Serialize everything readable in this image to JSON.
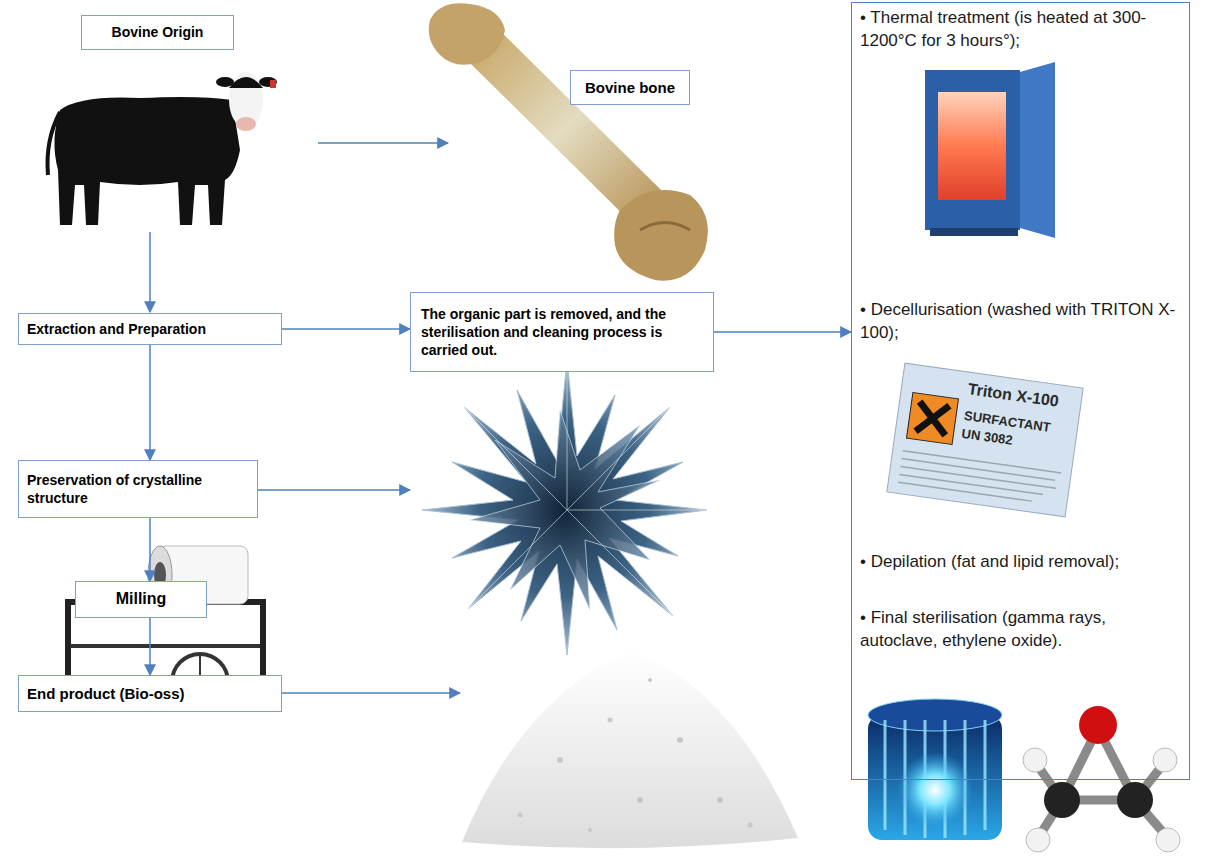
{
  "diagram": {
    "nodes": [
      {
        "text": [
          "Bovine Origin"
        ]
      },
      {
        "text": [
          "Bovine bone"
        ]
      },
      {
        "text": [
          "Extraction and Preparation"
        ]
      },
      {
        "text": [
          "The organic part is removed, and the sterilisation and cleaning process is carried out."
        ]
      },
      {
        "text": [
          "• Thermal treatment (is heated at 300-1200°C for 3 hours°);",
          "• Decellurisation (washed with TRITON X-100);",
          "• Depilation (fat and lipid removal);",
          "• Final sterilisation (gamma rays, autoclave, ethylene oxide)."
        ]
      },
      {
        "text": [
          "Preservation of crystalline structure"
        ]
      },
      {
        "text": [
          "Milling"
        ]
      },
      {
        "text": [
          "End product (Bio-oss)"
        ]
      }
    ],
    "edges": [
      {
        "from": 2,
        "to": 3,
        "arrow": "to"
      },
      {
        "from": 3,
        "to": 4,
        "arrow": "to"
      },
      {
        "from": 2,
        "to": 5,
        "arrow": "to"
      },
      {
        "from": 5,
        "to": 6,
        "arrow": "to"
      },
      {
        "from": 6,
        "to": 7,
        "arrow": "to"
      }
    ],
    "labels": [
      "Triton X-100",
      "SURFACTANT",
      "UN 3082"
    ]
  }
}
